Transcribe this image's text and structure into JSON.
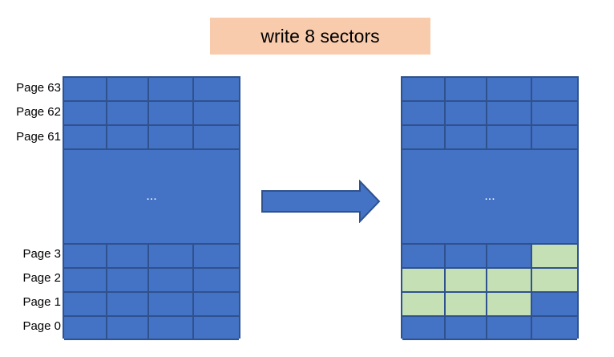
{
  "title": "write 8 sectors",
  "page_labels": [
    "Page 63",
    "Page 62",
    "Page 61",
    "Page 3",
    "Page 2",
    "Page 1",
    "Page 0"
  ],
  "ellipsis": "...",
  "colors": {
    "blank": "#4472c4",
    "written": "#c5e0b4",
    "border": "#2f528f",
    "title_bg": "#f8cbad"
  },
  "before": {
    "rows": [
      [
        0,
        0,
        0,
        0
      ],
      [
        0,
        0,
        0,
        0
      ],
      [
        0,
        0,
        0,
        0
      ],
      null,
      [
        0,
        0,
        0,
        0
      ],
      [
        0,
        0,
        0,
        0
      ],
      [
        0,
        0,
        0,
        0
      ],
      [
        0,
        0,
        0,
        0
      ]
    ]
  },
  "after": {
    "rows": [
      [
        0,
        0,
        0,
        0
      ],
      [
        0,
        0,
        0,
        0
      ],
      [
        0,
        0,
        0,
        0
      ],
      null,
      [
        0,
        0,
        0,
        1
      ],
      [
        1,
        1,
        1,
        1
      ],
      [
        1,
        1,
        1,
        0
      ],
      [
        0,
        0,
        0,
        0
      ]
    ]
  }
}
